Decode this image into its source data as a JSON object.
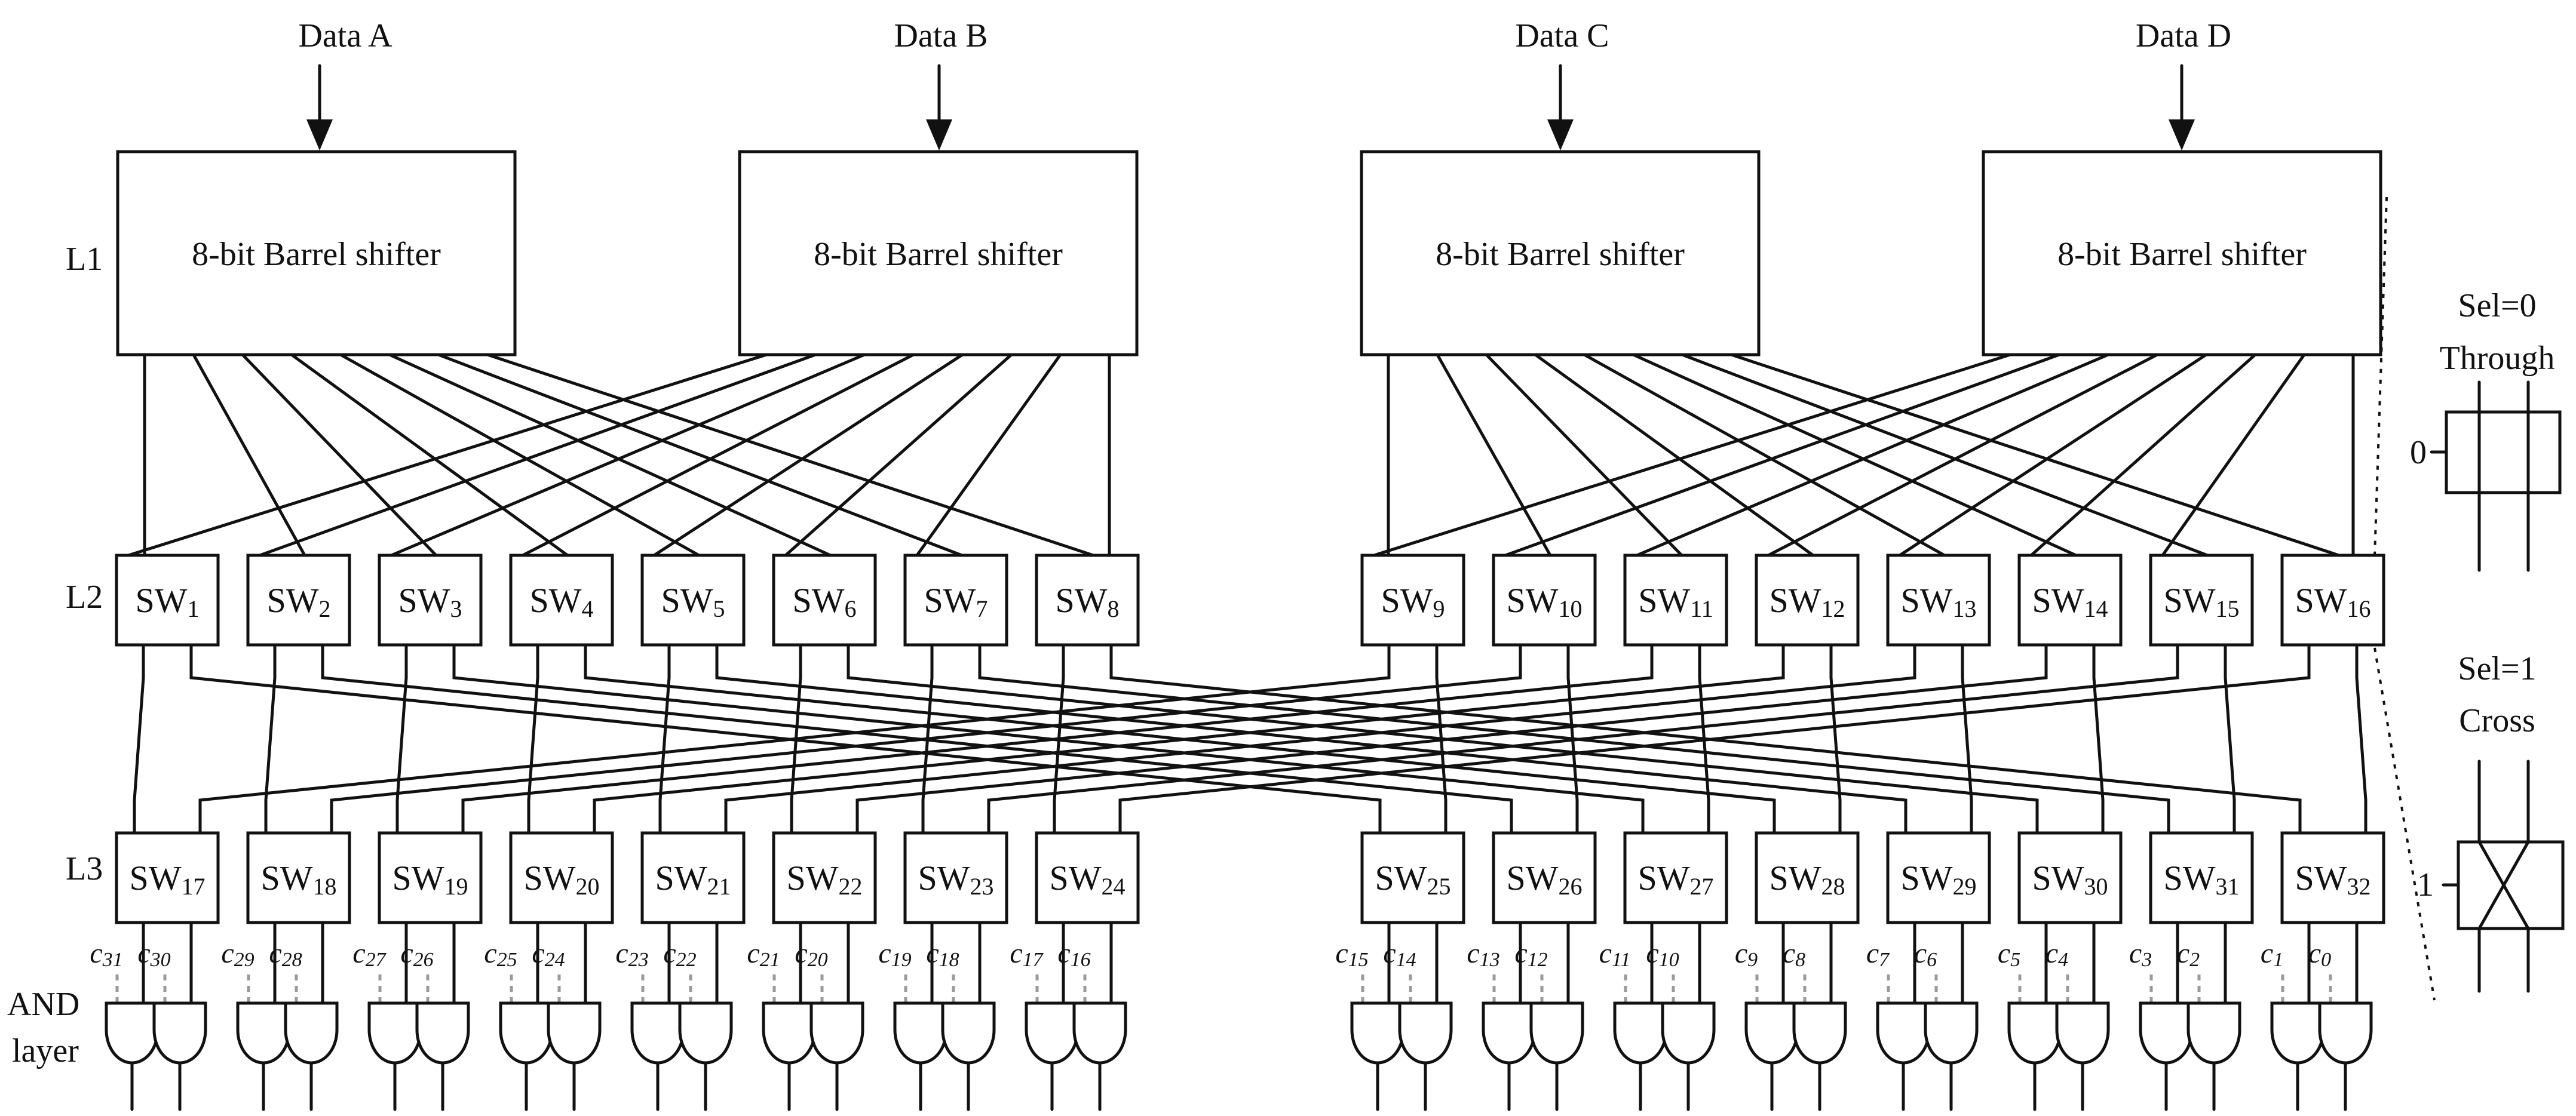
{
  "inputs": [
    {
      "id": "A",
      "label": "Data A"
    },
    {
      "id": "B",
      "label": "Data B"
    },
    {
      "id": "C",
      "label": "Data C"
    },
    {
      "id": "D",
      "label": "Data D"
    }
  ],
  "shifter_label": "8-bit Barrel shifter",
  "layers": {
    "l1": "L1",
    "l2": "L2",
    "l3": "L3",
    "and_line1": "AND",
    "and_line2": "layer"
  },
  "switch_prefix": "SW",
  "l2_switches": [
    "1",
    "2",
    "3",
    "4",
    "5",
    "6",
    "7",
    "8",
    "9",
    "10",
    "11",
    "12",
    "13",
    "14",
    "15",
    "16"
  ],
  "l3_switches": [
    "17",
    "18",
    "19",
    "20",
    "21",
    "22",
    "23",
    "24",
    "25",
    "26",
    "27",
    "28",
    "29",
    "30",
    "31",
    "32"
  ],
  "control_prefix": "c",
  "controls": [
    "31",
    "30",
    "29",
    "28",
    "27",
    "26",
    "25",
    "24",
    "23",
    "22",
    "21",
    "20",
    "19",
    "18",
    "17",
    "16",
    "15",
    "14",
    "13",
    "12",
    "11",
    "10",
    "9",
    "8",
    "7",
    "6",
    "5",
    "4",
    "3",
    "2",
    "1",
    "0"
  ],
  "legend": {
    "through": {
      "sel": "Sel=0",
      "mode": "Through",
      "value": "0"
    },
    "cross": {
      "sel": "Sel=1",
      "mode": "Cross",
      "value": "1"
    }
  }
}
